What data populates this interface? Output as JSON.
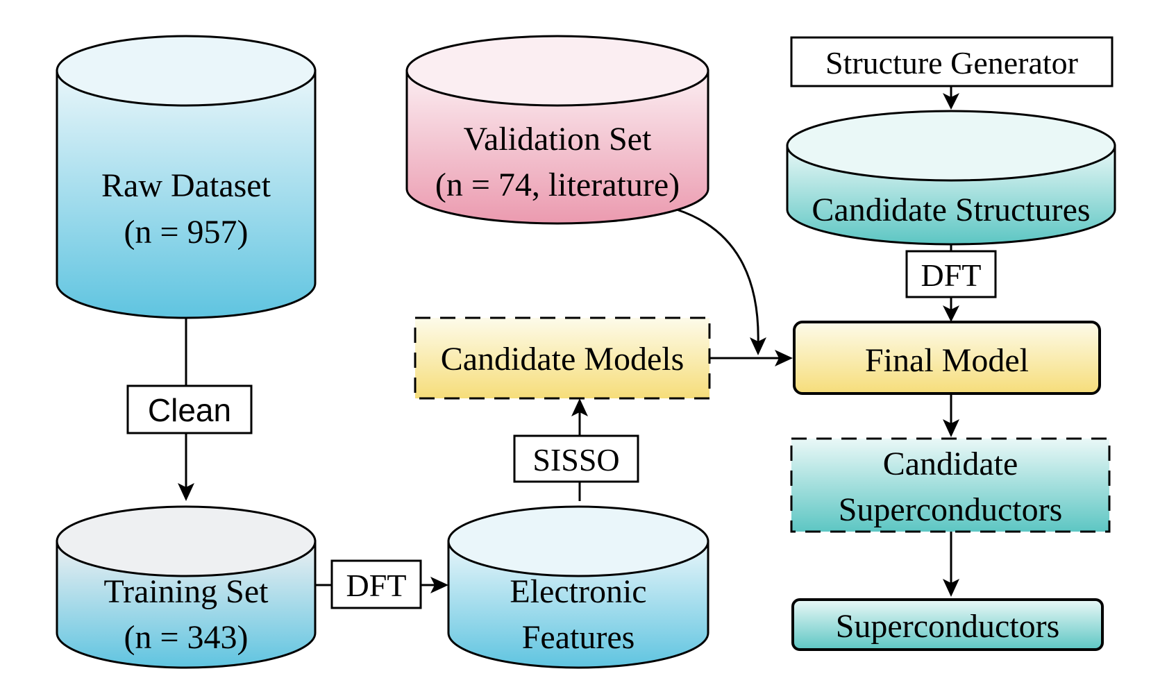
{
  "nodes": {
    "raw_dataset": {
      "line1": "Raw Dataset",
      "line2": "(n = 957)"
    },
    "training_set": {
      "line1": "Training Set",
      "line2": "(n = 343)"
    },
    "electronic_features": {
      "line1": "Electronic",
      "line2": "Features"
    },
    "validation_set": {
      "line1": "Validation Set",
      "line2": "(n = 74, literature)"
    },
    "candidate_models": {
      "label": "Candidate Models"
    },
    "structure_generator": {
      "label": "Structure Generator"
    },
    "candidate_structures": {
      "label": "Candidate Structures"
    },
    "final_model": {
      "label": "Final Model"
    },
    "candidate_superconductors": {
      "line1": "Candidate",
      "line2": "Superconductors"
    },
    "superconductors": {
      "label": "Superconductors"
    }
  },
  "edge_labels": {
    "clean": "Clean",
    "dft_training": "DFT",
    "sisso": "SISSO",
    "dft_structures": "DFT"
  },
  "colors": {
    "blue_top": "#eaf6fa",
    "blue_bottom": "#5fc4e0",
    "pink_top": "#fbeef2",
    "pink_bottom": "#eb9aaf",
    "yellow_top": "#fdfbea",
    "yellow_bottom": "#f6dd7a",
    "teal_top": "#eaf8f7",
    "teal_bottom": "#5dc6c3",
    "gray_top": "#eef0f2"
  }
}
